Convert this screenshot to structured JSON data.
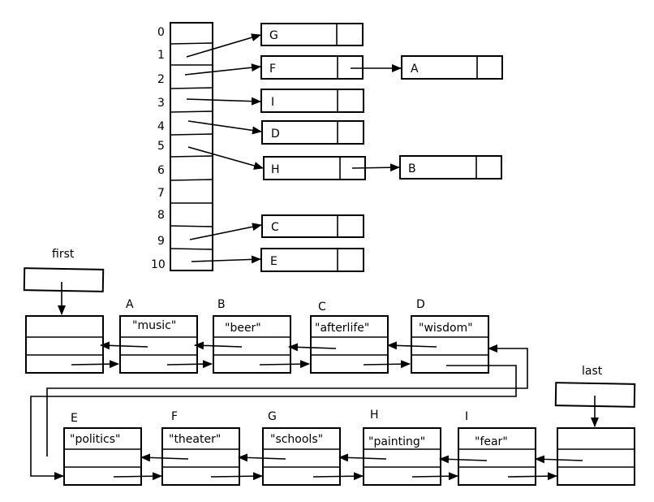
{
  "hash_table": {
    "indices": [
      "0",
      "1",
      "2",
      "3",
      "4",
      "5",
      "6",
      "7",
      "8",
      "9",
      "10"
    ],
    "buckets": [
      {
        "index": "1",
        "nodes": [
          "G"
        ]
      },
      {
        "index": "2",
        "nodes": [
          "F",
          "A"
        ]
      },
      {
        "index": "3",
        "nodes": [
          "I"
        ]
      },
      {
        "index": "4",
        "nodes": [
          "D"
        ]
      },
      {
        "index": "5",
        "nodes": [
          "H",
          "B"
        ]
      },
      {
        "index": "9",
        "nodes": [
          "C"
        ]
      },
      {
        "index": "10",
        "nodes": [
          "E"
        ]
      }
    ]
  },
  "linked_list": {
    "first_label": "first",
    "last_label": "last",
    "nodes": [
      {
        "letter": "A",
        "value": "\"music\""
      },
      {
        "letter": "B",
        "value": "\"beer\""
      },
      {
        "letter": "C",
        "value": "\"afterlife\""
      },
      {
        "letter": "D",
        "value": "\"wisdom\""
      },
      {
        "letter": "E",
        "value": "\"politics\""
      },
      {
        "letter": "F",
        "value": "\"theater\""
      },
      {
        "letter": "G",
        "value": "\"schools\""
      },
      {
        "letter": "H",
        "value": "\"painting\""
      },
      {
        "letter": "I",
        "value": "\"fear\""
      }
    ]
  }
}
